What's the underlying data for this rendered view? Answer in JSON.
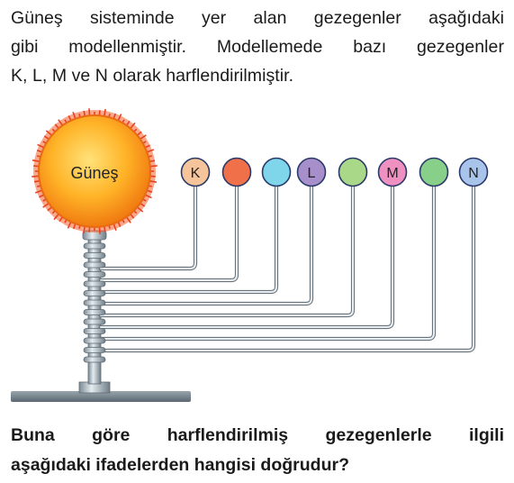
{
  "intro": {
    "line1": "Güneş sisteminde yer alan gezegenler aşağıdaki",
    "line2": "gibi modellenmiştir. Modellemede bazı gezegenler",
    "line3": "K, L, M ve N olarak harflendirilmiştir."
  },
  "model": {
    "sun_label": "Güneş",
    "planets": [
      {
        "label": "K",
        "color": "#f6c49a"
      },
      {
        "label": "",
        "color": "#f0704a"
      },
      {
        "label": "",
        "color": "#7fd6ea"
      },
      {
        "label": "L",
        "color": "#a78fcb"
      },
      {
        "label": "",
        "color": "#a8d888"
      },
      {
        "label": "M",
        "color": "#ee90c0"
      },
      {
        "label": "",
        "color": "#88d08a"
      },
      {
        "label": "N",
        "color": "#a9c4ea"
      }
    ]
  },
  "question": {
    "line1": "Buna göre harflendirilmiş gezegenlerle ilgili",
    "line2": "aşağıdaki ifadelerden hangisi doğrudur?"
  }
}
